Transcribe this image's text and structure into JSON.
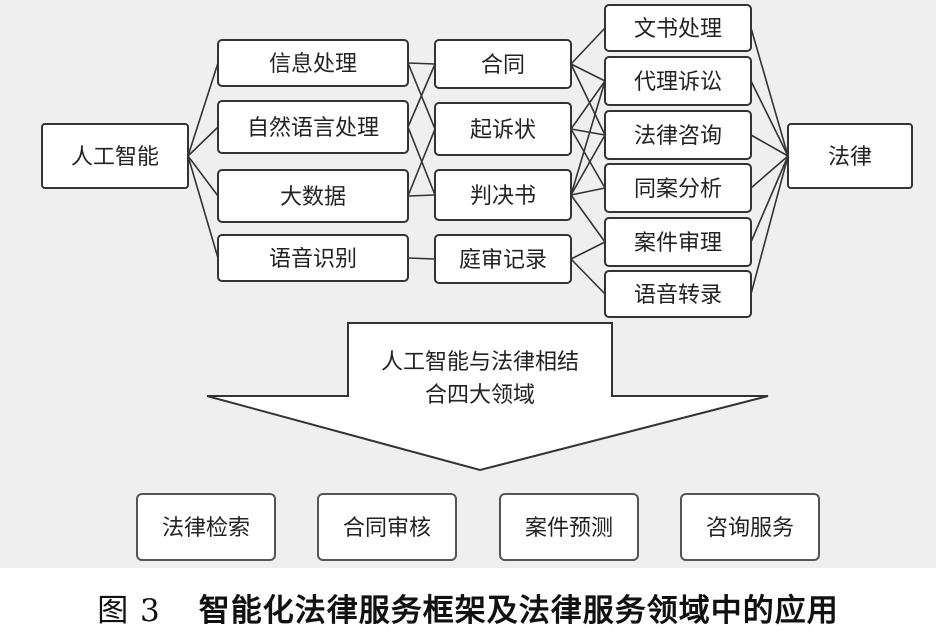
{
  "diagram": {
    "source": "人工智能",
    "target": "法律",
    "technologies": [
      "信息处理",
      "自然语言处理",
      "大数据",
      "语音识别"
    ],
    "documents": [
      "合同",
      "起诉状",
      "判决书",
      "庭审记录"
    ],
    "applications": [
      "文书处理",
      "代理诉讼",
      "法律咨询",
      "同案分析",
      "案件审理",
      "语音转录"
    ],
    "arrow_text": [
      "人工智能与法律相结",
      "合四大领域"
    ],
    "domains": [
      "法律检索",
      "合同审核",
      "案件预测",
      "咨询服务"
    ]
  },
  "caption": {
    "figure_number": "图 3",
    "title": "智能化法律服务框架及法律服务领域中的应用"
  }
}
